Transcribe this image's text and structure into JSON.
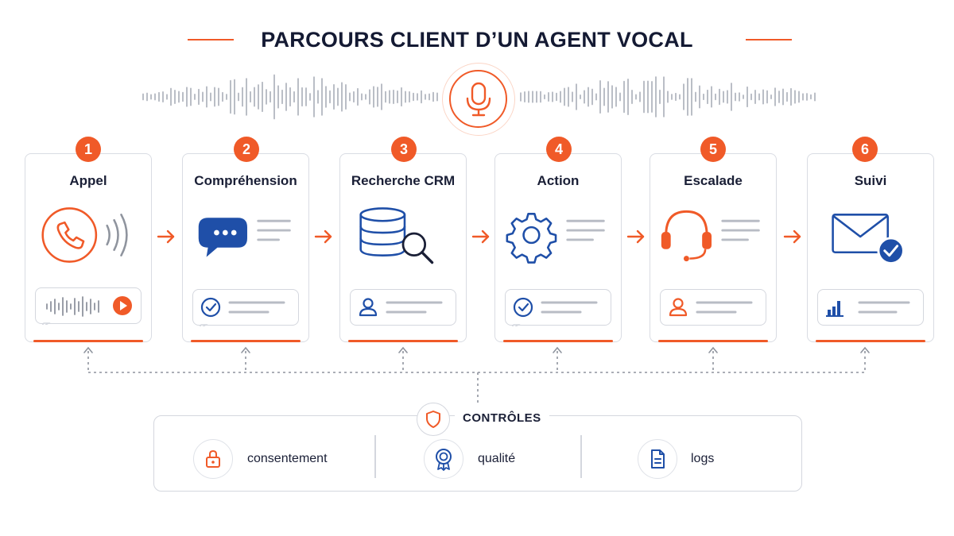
{
  "title": "PARCOURS CLIENT D’UN AGENT VOCAL",
  "icons": {
    "mic": "microphone-icon",
    "controls": "shield-icon"
  },
  "colors": {
    "accent": "#f05a28",
    "primary_blue": "#1f4fa8",
    "grey_line": "#c9ccd3",
    "text": "#1a1f36"
  },
  "steps": [
    {
      "number": "1",
      "title": "Appel",
      "icon": "phone-icon",
      "mini_icon": "play-icon"
    },
    {
      "number": "2",
      "title": "Compréhension",
      "icon": "chat-bubble-icon",
      "mini_icon": "check-circle-icon"
    },
    {
      "number": "3",
      "title": "Recherche CRM",
      "icon": "database-search-icon",
      "mini_icon": "user-icon"
    },
    {
      "number": "4",
      "title": "Action",
      "icon": "gear-icon",
      "mini_icon": "check-circle-icon"
    },
    {
      "number": "5",
      "title": "Escalade",
      "icon": "headset-icon",
      "mini_icon": "user-icon"
    },
    {
      "number": "6",
      "title": "Suivi",
      "icon": "mail-check-icon",
      "mini_icon": "bar-chart-icon"
    }
  ],
  "controls": {
    "title": "CONTRÔLES",
    "items": [
      {
        "label": "consentement",
        "icon": "lock-icon"
      },
      {
        "label": "qualité",
        "icon": "award-icon"
      },
      {
        "label": "logs",
        "icon": "document-icon"
      }
    ]
  }
}
